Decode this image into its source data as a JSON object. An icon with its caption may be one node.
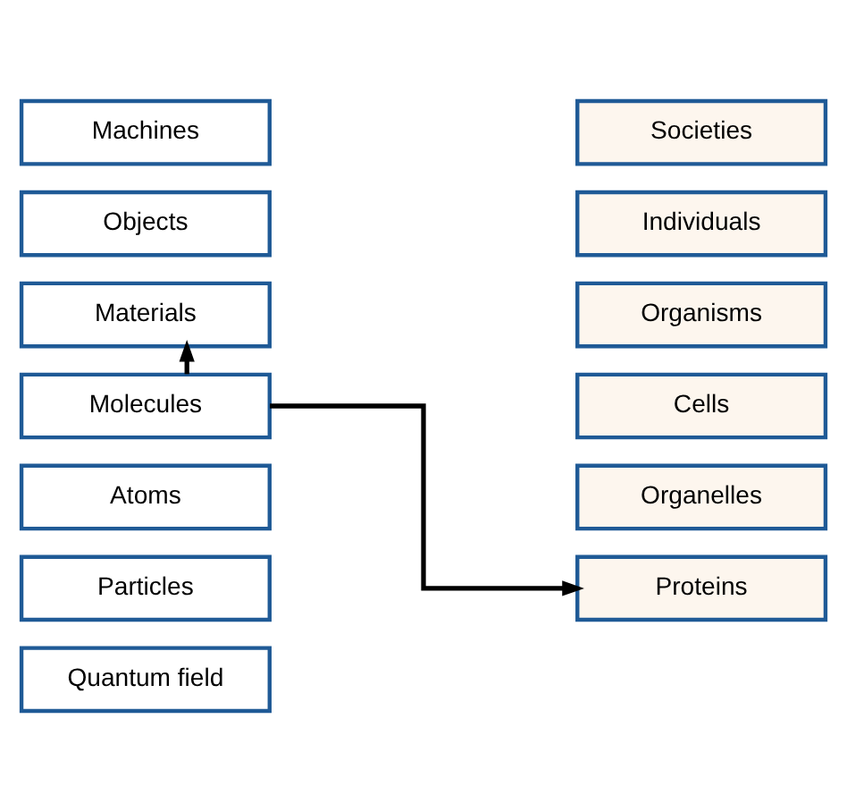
{
  "diagram": {
    "nodes": [
      {
        "text": [
          "Machines"
        ]
      },
      {
        "text": [
          "Objects"
        ]
      },
      {
        "text": [
          "Materials"
        ]
      },
      {
        "text": [
          "Molecules"
        ]
      },
      {
        "text": [
          "Atoms"
        ]
      },
      {
        "text": [
          "Particles"
        ]
      },
      {
        "text": [
          "Quantum field"
        ]
      },
      {
        "text": [
          "Societies"
        ]
      },
      {
        "text": [
          "Individuals"
        ]
      },
      {
        "text": [
          "Organisms"
        ]
      },
      {
        "text": [
          "Cells"
        ]
      },
      {
        "text": [
          "Organelles"
        ]
      },
      {
        "text": [
          "Proteins"
        ]
      }
    ],
    "edges": [
      {
        "from": 3,
        "to": 2,
        "arrow": "to"
      },
      {
        "from": 3,
        "to": 12,
        "arrow": "to"
      }
    ]
  }
}
